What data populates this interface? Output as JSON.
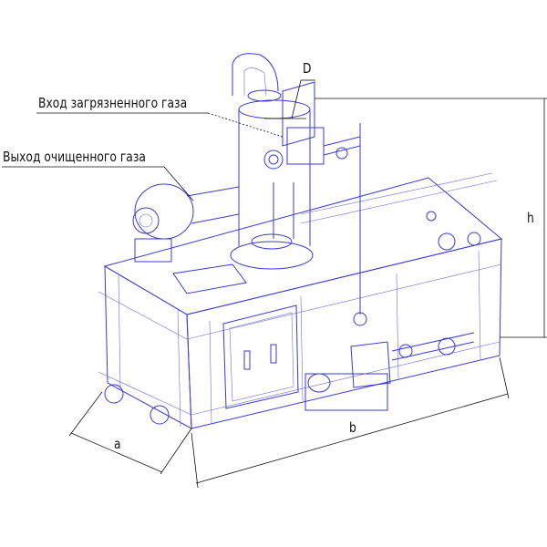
{
  "labels": {
    "inlet": "Вход загрязненного газа",
    "outlet": "Выход очищенного газа"
  },
  "dimensions": {
    "diameter": "D",
    "height": "h",
    "length": "b",
    "width": "a"
  },
  "colors": {
    "drawing": "#3a3ad0",
    "annotation": "#111111"
  }
}
